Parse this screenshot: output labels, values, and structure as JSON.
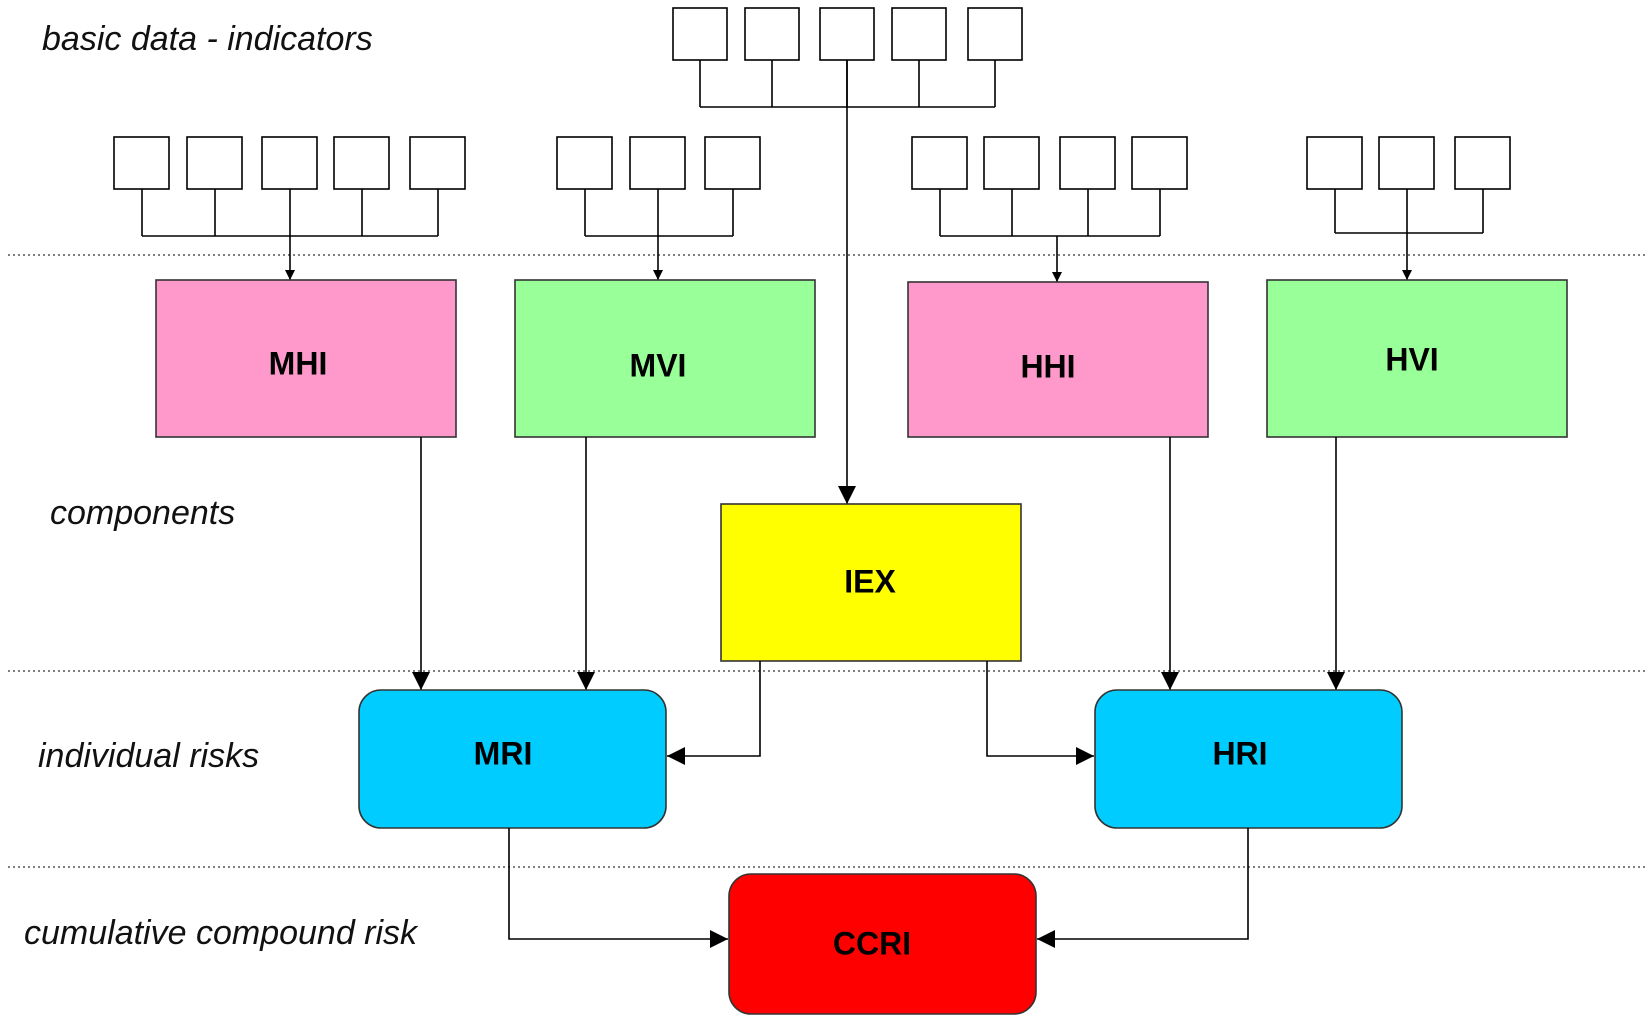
{
  "layers": {
    "basic_data": "basic data - indicators",
    "components": "components",
    "individual_risks": "individual risks",
    "cumulative": "cumulative compound risk"
  },
  "nodes": {
    "mhi": "MHI",
    "mvi": "MVI",
    "hhi": "HHI",
    "hvi": "HVI",
    "iex": "IEX",
    "mri": "MRI",
    "hri": "HRI",
    "ccri": "CCRI"
  },
  "colors": {
    "hazard": "#FF99CC",
    "vulnerability": "#99FF99",
    "exposure": "#FFFF00",
    "risk": "#00CCFF",
    "compound": "#FF0000"
  }
}
